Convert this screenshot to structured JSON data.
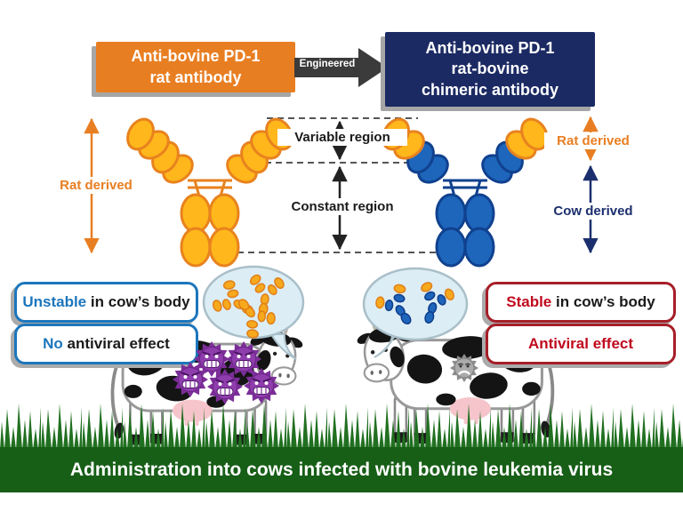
{
  "header": {
    "left_box_lines": [
      "Anti-bovine PD-1",
      "rat antibody"
    ],
    "arrow_label": "Engineered",
    "right_box_lines": [
      "Anti-bovine PD-1",
      "rat-bovine",
      "chimeric antibody"
    ]
  },
  "antibody_figure": {
    "left_label": "Rat derived",
    "variable_region": "Variable region",
    "constant_region": "Constant region",
    "right_top_label": "Rat derived",
    "right_bottom_label": "Cow derived"
  },
  "outcomes": {
    "left": [
      {
        "highlight": "Unstable",
        "rest": " in cow’s body"
      },
      {
        "highlight": "No",
        "rest": " antiviral effect"
      }
    ],
    "right": [
      {
        "highlight": "Stable",
        "rest": " in cow’s body"
      },
      {
        "highlight": "Antiviral effect",
        "rest": ""
      }
    ]
  },
  "footer": {
    "caption": "Administration into cows infected with bovine leukemia virus"
  },
  "colors": {
    "rat_box_orange": "#E87E22",
    "chimeric_box_navy": "#1B2A63",
    "antibody_amber": "#FFB71B",
    "antibody_blue": "#1E66BB",
    "outcome_blue": "#1C76BC",
    "outcome_red": "#C00A1E",
    "virus_purple": "#7C2E99",
    "virus_gray": "#8E8E8E",
    "grass_green": "#217021",
    "band_green": "#175E17"
  }
}
